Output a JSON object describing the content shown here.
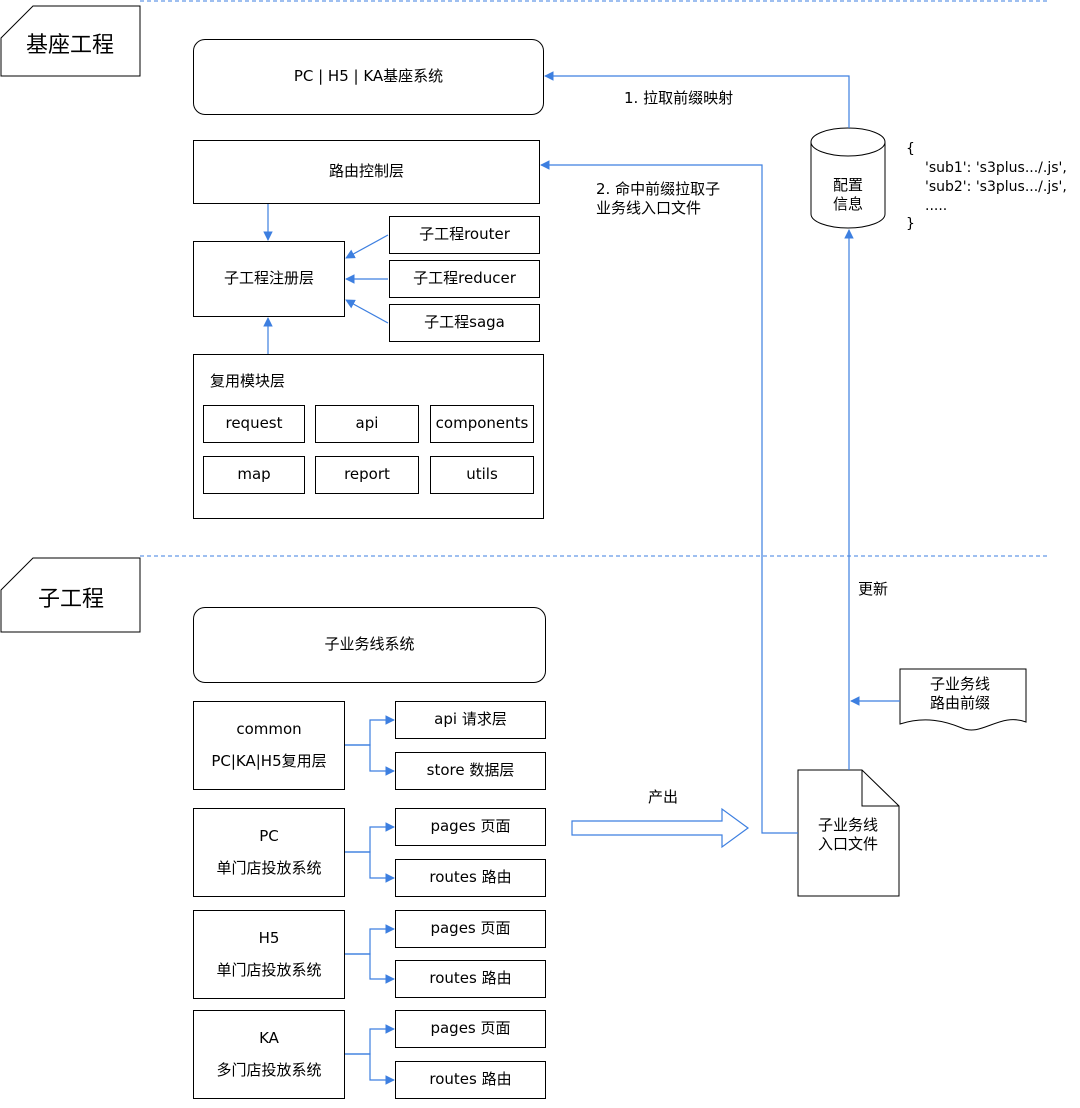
{
  "sections": {
    "base_title": "基座工程",
    "sub_title": "子工程"
  },
  "base": {
    "system": "PC | H5 | KA基座系统",
    "routing_layer": "路由控制层",
    "register_layer": "子工程注册层",
    "inputs": [
      "子工程router",
      "子工程reducer",
      "子工程saga"
    ],
    "reuse_title": "复用模块层",
    "modules": [
      "request",
      "api",
      "components",
      "map",
      "report",
      "utils"
    ]
  },
  "config": {
    "store_line1": "配置",
    "store_line2": "信息",
    "json_lines": [
      "{",
      "'sub1': 's3plus.../.js',",
      "'sub2': 's3plus.../.js',",
      ".....",
      "}"
    ]
  },
  "edges": {
    "pull_prefix": "1. 拉取前缀映射",
    "hit_prefix_line1": "2. 命中前缀拉取子",
    "hit_prefix_line2": "业务线入口文件",
    "update": "更新",
    "produce": "产出"
  },
  "sub": {
    "system": "子业务线系统",
    "groups": [
      {
        "line1": "common",
        "line2": "PC|KA|H5复用层",
        "items": [
          "api 请求层",
          "store 数据层"
        ]
      },
      {
        "line1": "PC",
        "line2": "单门店投放系统",
        "items": [
          "pages 页面",
          "routes 路由"
        ]
      },
      {
        "line1": "H5",
        "line2": "单门店投放系统",
        "items": [
          "pages 页面",
          "routes 路由"
        ]
      },
      {
        "line1": "KA",
        "line2": "多门店投放系统",
        "items": [
          "pages 页面",
          "routes 路由"
        ]
      }
    ],
    "prefix_doc_line1": "子业务线",
    "prefix_doc_line2": "路由前缀",
    "entry_doc_line1": "子业务线",
    "entry_doc_line2": "入口文件"
  },
  "colors": {
    "arrow": "#3d7fe0",
    "divider": "#3d7fe0",
    "border": "#000000"
  }
}
